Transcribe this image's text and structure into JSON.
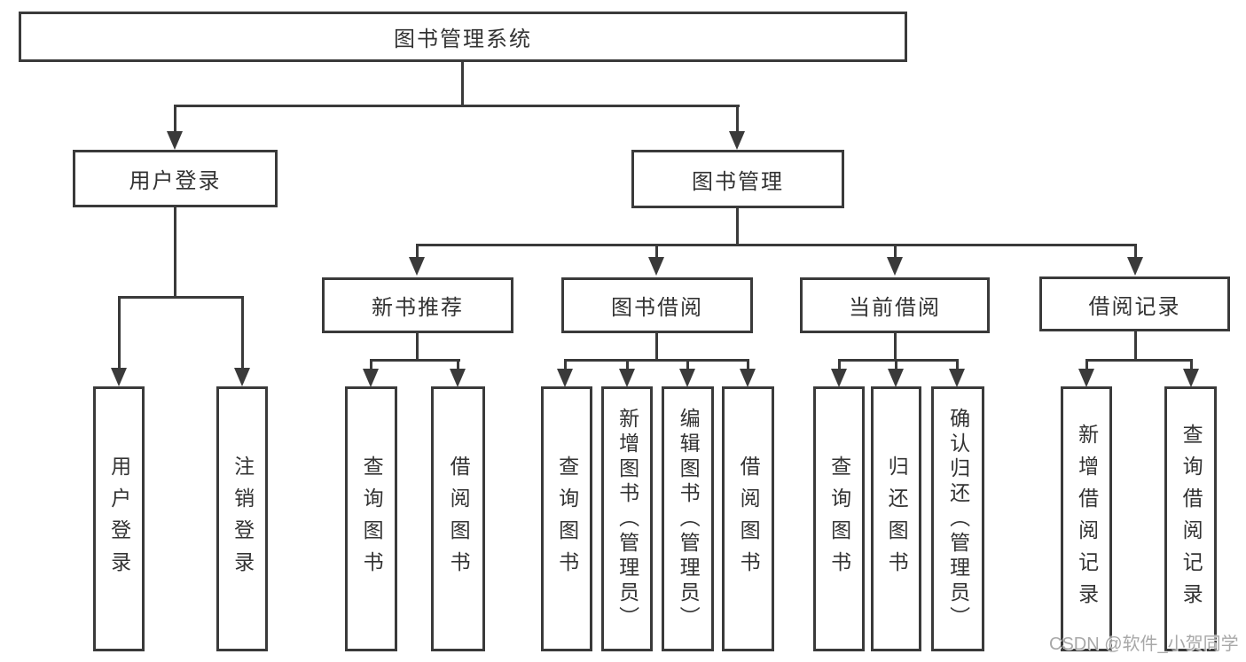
{
  "tree": {
    "label": "图书管理系统",
    "children": [
      {
        "label": "用户登录",
        "children": [
          {
            "label": "用户登录"
          },
          {
            "label": "注销登录"
          }
        ]
      },
      {
        "label": "图书管理",
        "children": [
          {
            "label": "新书推荐",
            "children": [
              {
                "label": "查询图书"
              },
              {
                "label": "借阅图书"
              }
            ]
          },
          {
            "label": "图书借阅",
            "children": [
              {
                "label": "查询图书"
              },
              {
                "label": "新增图书（管理员）"
              },
              {
                "label": "编辑图书（管理员）"
              },
              {
                "label": "借阅图书"
              }
            ]
          },
          {
            "label": "当前借阅",
            "children": [
              {
                "label": "查询图书"
              },
              {
                "label": "归还图书"
              },
              {
                "label": "确认归还（管理员）"
              }
            ]
          },
          {
            "label": "借阅记录",
            "children": [
              {
                "label": "新增借阅记录"
              },
              {
                "label": "查询借阅记录"
              }
            ]
          }
        ]
      }
    ]
  },
  "watermark": {
    "text": "CSDN @软件_小贺同学"
  },
  "colors": {
    "line": "#3a3a3a",
    "text": "#333333",
    "background": "#ffffff",
    "watermark": "#a8a8a8"
  }
}
